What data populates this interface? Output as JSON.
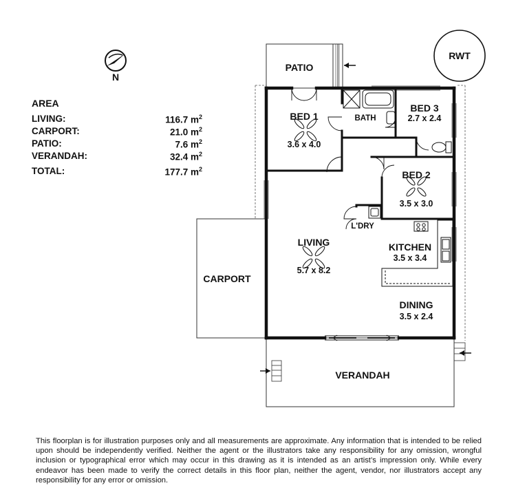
{
  "area": {
    "title": "AREA",
    "rows": [
      {
        "label": "LIVING:",
        "value": "116.7 m",
        "unit_sup": "2"
      },
      {
        "label": "CARPORT:",
        "value": "21.0 m",
        "unit_sup": "2"
      },
      {
        "label": "PATIO:",
        "value": "7.6 m",
        "unit_sup": "2"
      },
      {
        "label": "VERANDAH:",
        "value": "32.4 m",
        "unit_sup": "2"
      }
    ],
    "total": {
      "label": "TOTAL:",
      "value": "177.7 m",
      "unit_sup": "2"
    }
  },
  "compass": {
    "label": "N"
  },
  "rwt": {
    "label": "RWT"
  },
  "rooms": {
    "patio": {
      "name": "PATIO"
    },
    "bed1": {
      "name": "BED 1",
      "dim": "3.6 x 4.0"
    },
    "bath": {
      "name": "BATH"
    },
    "bed3": {
      "name": "BED 3",
      "dim": "2.7 x 2.4"
    },
    "bed2": {
      "name": "BED 2",
      "dim": "3.5 x 3.0"
    },
    "ldry": {
      "name": "L'DRY"
    },
    "living": {
      "name": "LIVING",
      "dim": "5.7 x 8.2"
    },
    "kitchen": {
      "name": "KITCHEN",
      "dim": "3.5 x 3.4"
    },
    "dining": {
      "name": "DINING",
      "dim": "3.5 x 2.4"
    },
    "carport": {
      "name": "CARPORT"
    },
    "verandah": {
      "name": "VERANDAH"
    }
  },
  "disclaimer": "This floorplan is for illustration purposes only and all measurements are approximate. Any information that is intended to be relied upon should be independently verified. Neither the agent or the illustrators take any responsibility for any omission, wrongful inclusion or typographical error which may occur in this drawing as it is intended as an artist’s impression only. While every endeavor has been made to verify the correct details in this floor plan, neither the agent, vendor, nor illustrators accept any responsibility for any error or omission."
}
